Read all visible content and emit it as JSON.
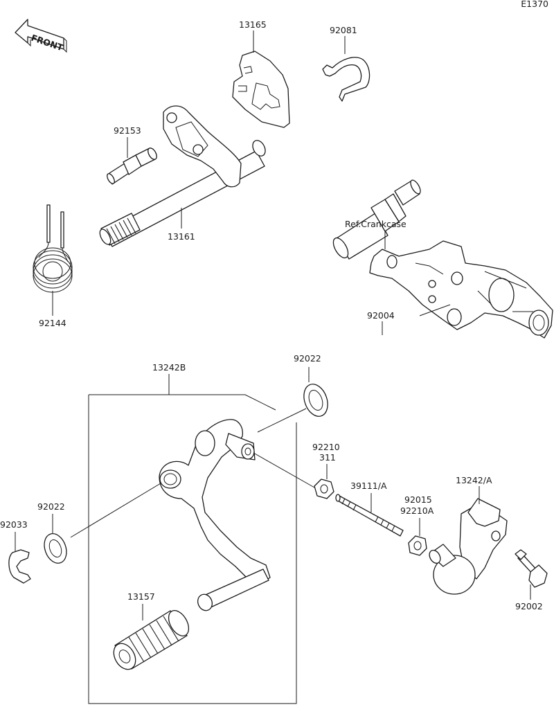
{
  "diagram_code": "E1370",
  "front_arrow_label": "FRONT",
  "reference_label": "Ref.Crankcase",
  "parts": [
    {
      "id": "p13165",
      "number": "13165"
    },
    {
      "id": "p92081",
      "number": "92081"
    },
    {
      "id": "p92153",
      "number": "92153"
    },
    {
      "id": "p13161",
      "number": "13161"
    },
    {
      "id": "p92144",
      "number": "92144"
    },
    {
      "id": "p92004",
      "number": "92004"
    },
    {
      "id": "p92022a",
      "number": "92022"
    },
    {
      "id": "p13242B",
      "number": "13242B"
    },
    {
      "id": "p92210",
      "number": "92210"
    },
    {
      "id": "p311",
      "number": "311"
    },
    {
      "id": "p39111",
      "number": "39111/A"
    },
    {
      "id": "p92015",
      "number": "92015"
    },
    {
      "id": "p92210A",
      "number": "92210A"
    },
    {
      "id": "p13242A",
      "number": "13242/A"
    },
    {
      "id": "p92022b",
      "number": "92022"
    },
    {
      "id": "p92033",
      "number": "92033"
    },
    {
      "id": "p13157",
      "number": "13157"
    },
    {
      "id": "p92002",
      "number": "92002"
    }
  ]
}
